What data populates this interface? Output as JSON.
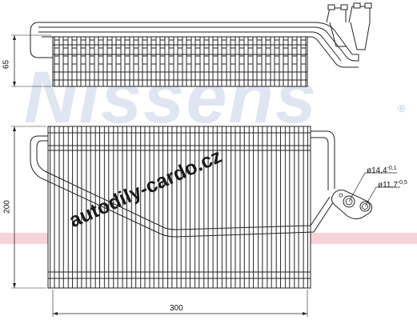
{
  "diagram": {
    "dimensions": {
      "core_thickness": "65",
      "core_height": "200",
      "core_width": "300",
      "pipe_large": {
        "diameter": "ø14,4",
        "tolerance_upper": "-0,1"
      },
      "pipe_small": {
        "diameter": "ø11,7",
        "tolerance_upper": "-0,5"
      }
    },
    "watermark": {
      "brand": "Nissens",
      "registered_mark": "®",
      "site": "autodily-cardo.cz",
      "stripe_color": "#f3c9d0",
      "brand_color": "#c9d4e8"
    }
  }
}
